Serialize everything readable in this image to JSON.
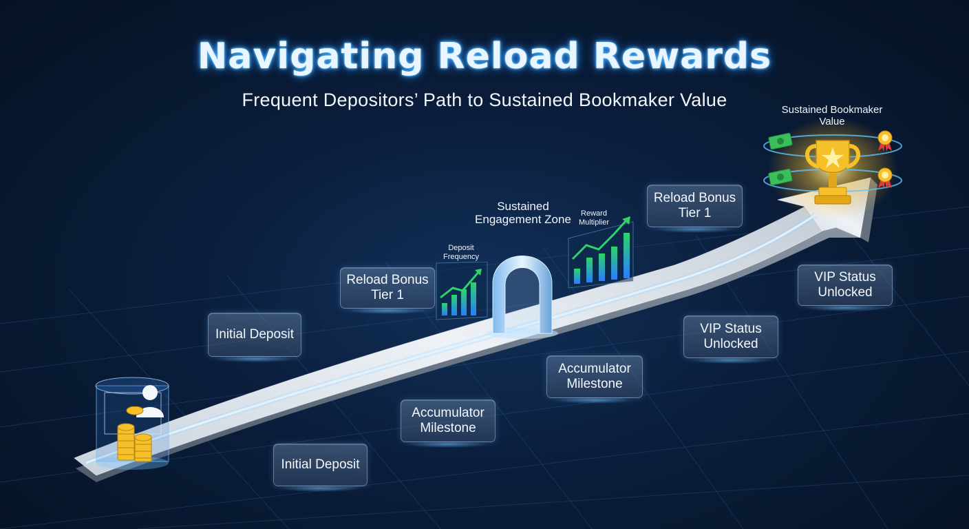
{
  "header": {
    "title": "Navigating Reload Rewards",
    "subtitle": "Frequent Depositors’ Path to Sustained Bookmaker Value"
  },
  "path_labels": {
    "initial_deposit_a": "Initial Deposit",
    "initial_deposit_b": "Initial Deposit",
    "reload_bonus_a": "Reload Bonus Tier 1",
    "reload_bonus_b": "Reload Bonus Tier 1",
    "accumulator_a": "Accumulator Milestone",
    "accumulator_b": "Accumulator Milestone",
    "vip_a": "VIP Status Unlocked",
    "vip_b": "VIP Status Unlocked"
  },
  "zone": {
    "label": "Sustained Engagement Zone",
    "deposit_frequency": "Deposit Frequency",
    "reward_multiplier": "Reward Multiplier"
  },
  "goal": {
    "label": "Sustained Bookmaker Value"
  },
  "colors": {
    "background": "#0a1d3a",
    "accent_glow": "#4ac0ff",
    "chart_green": "#2fd36b",
    "chart_blue": "#2a7cff",
    "gold": "#f5c02a"
  },
  "icons": [
    "user-icon",
    "coin-stack-icon",
    "bar-chart-icon",
    "arch-portal-icon",
    "trophy-icon",
    "cash-icon",
    "medal-icon"
  ]
}
